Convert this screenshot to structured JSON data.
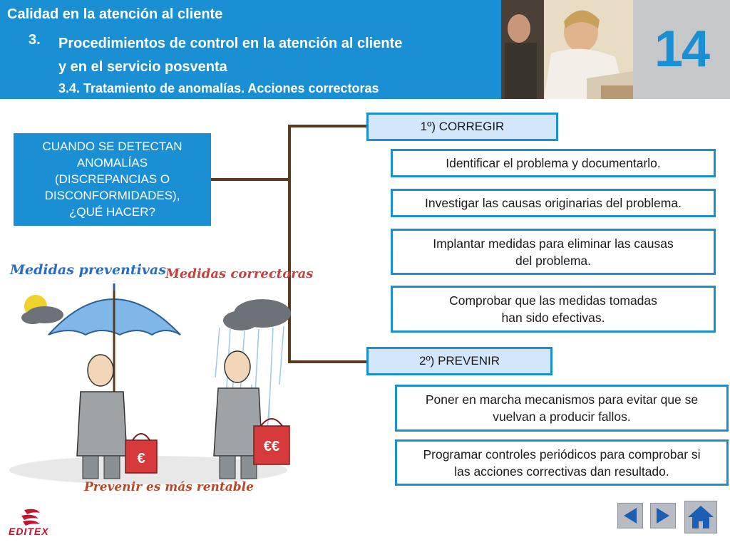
{
  "header": {
    "title": "Calidad en la atención al cliente",
    "section_number": "3.",
    "section_line1": "Procedimientos de control en la atención al cliente",
    "section_line2": "y en el servicio posventa",
    "subsection": "3.4. Tratamiento de anomalías. Acciones correctoras",
    "chapter_number": "14"
  },
  "question": {
    "lines": [
      "CUANDO SE DETECTAN",
      "ANOMALÍAS",
      "(DISCREPANCIAS O",
      "DISCONFORMIDADES),",
      "¿QUÉ HACER?"
    ]
  },
  "steps": {
    "corregir": {
      "label": "1º) CORREGIR",
      "actions": [
        {
          "lines": [
            "Identificar el problema y documentarlo."
          ]
        },
        {
          "lines": [
            "Investigar las causas originarias del problema."
          ]
        },
        {
          "lines": [
            "Implantar medidas para eliminar las causas",
            "del problema."
          ]
        },
        {
          "lines": [
            "Comprobar que las medidas tomadas",
            "han sido efectivas."
          ]
        }
      ]
    },
    "prevenir": {
      "label": "2º) PREVENIR",
      "actions": [
        {
          "lines": [
            "Poner en marcha mecanismos para evitar que se",
            "vuelvan a producir fallos."
          ]
        },
        {
          "lines": [
            "Programar controles periódicos para comprobar si",
            "las acciones correctivas dan resultado."
          ]
        }
      ]
    }
  },
  "illustration": {
    "caption_preventive": "Medidas preventivas",
    "caption_corrective": "Medidas correctoras",
    "caption_bottom": "Prevenir es más rentable",
    "bag_left_text": "€",
    "bag_right_text": "€€"
  },
  "footer": {
    "logo_text": "EDITEX",
    "icons": [
      "prev-arrow-icon",
      "next-arrow-icon",
      "home-icon"
    ]
  },
  "colors": {
    "primary_blue": "#1a8fd4",
    "step_fill": "#d3e6fb",
    "connector": "#5a3a1c",
    "chapter_bg": "#c6c7c9",
    "logo_red": "#c4122f"
  }
}
